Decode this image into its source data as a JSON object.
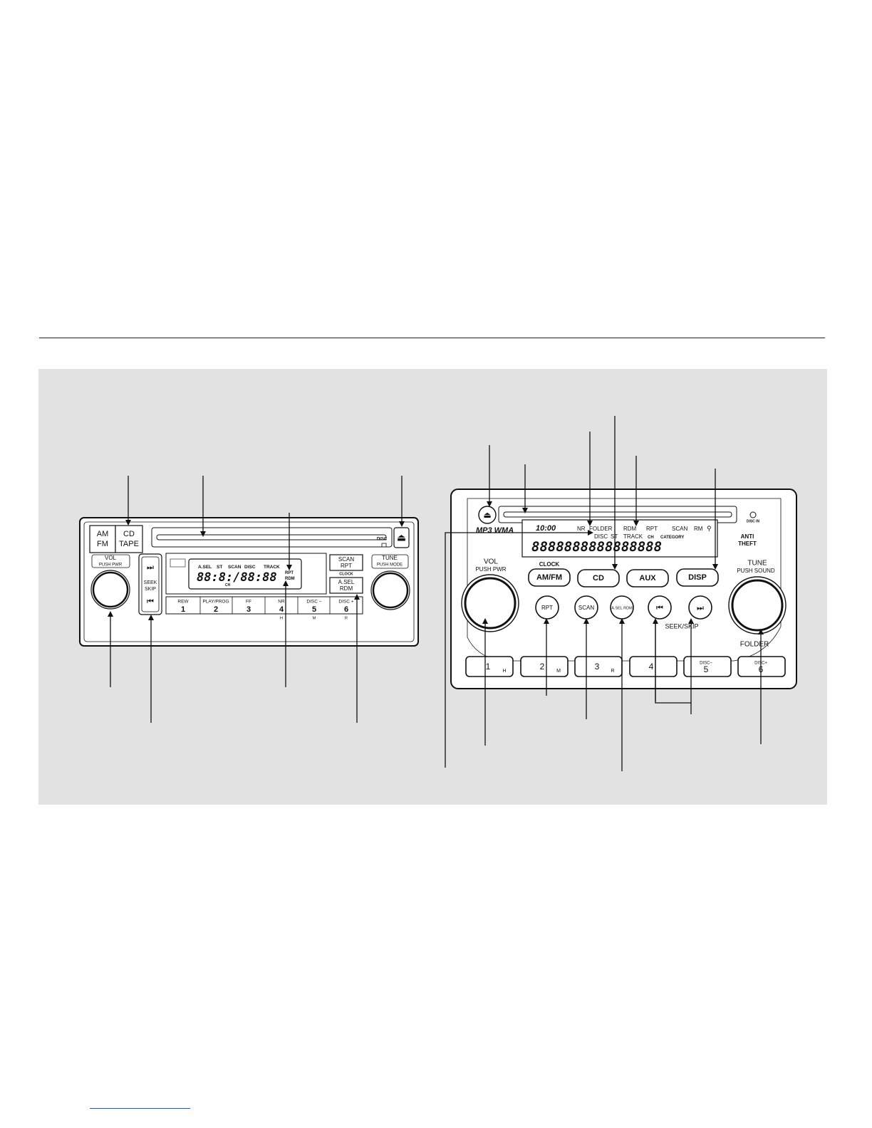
{
  "left_unit": {
    "am_fm_button": [
      "AM",
      "FM"
    ],
    "cd_tape_button": [
      "CD",
      "TAPE"
    ],
    "disc_indicator": "DISC",
    "eject_glyph": "⏏",
    "vol_label": "VOL",
    "push_pwr_label": "PUSH PWR",
    "seek_skip_label": [
      "SEEK",
      "SKIP"
    ],
    "skip_forward_glyph": "⏭",
    "skip_back_glyph": "⏮",
    "display_indicators": [
      "A.SEL",
      "ST",
      "SCAN",
      "DISC",
      "TRACK"
    ],
    "display_rpt": "RPT",
    "display_rdm": "RDM",
    "display_ch": "CH",
    "scan_rpt_button": [
      "SCAN",
      "RPT"
    ],
    "clock_label": "CLOCK",
    "asel_rdm_button": [
      "A.SEL",
      "RDM"
    ],
    "tune_label": "TUNE",
    "push_mode_label": "PUSH MODE",
    "presets": [
      {
        "top": "REW",
        "num": "1",
        "sub": ""
      },
      {
        "top": "PLAY/PROG",
        "num": "2",
        "sub": ""
      },
      {
        "top": "FF",
        "num": "3",
        "sub": ""
      },
      {
        "top": "NR",
        "num": "4",
        "sub": "H"
      },
      {
        "top": "DISC −",
        "num": "5",
        "sub": "M"
      },
      {
        "top": "DISC +",
        "num": "6",
        "sub": "R"
      }
    ]
  },
  "right_unit": {
    "eject_glyph": "⏏",
    "disc_in_label": "DISC IN",
    "mp3_wma_label": "MP3 WMA",
    "anti_theft_label": [
      "ANTI",
      "THEFT"
    ],
    "display_time": "10:00",
    "display_row1": [
      "NR",
      "FOLDER",
      "RDM",
      "RPT",
      "SCAN",
      "RM"
    ],
    "display_row2": [
      "DISC",
      "ST",
      "TRACK",
      "CH",
      "CATEGORY"
    ],
    "vol_label": "VOL",
    "push_pwr_label": "PUSH PWR",
    "clock_label": "CLOCK",
    "mode_buttons": [
      "AM/FM",
      "CD",
      "AUX",
      "DISP"
    ],
    "round_buttons": [
      "RPT",
      "SCAN",
      "A.SEL RDM"
    ],
    "skip_back_glyph": "⏮",
    "skip_forward_glyph": "⏭",
    "seek_skip_label": "SEEK/SKIP",
    "tune_label": "TUNE",
    "push_sound_label": "PUSH SOUND",
    "folder_label": "FOLDER",
    "presets": [
      {
        "num": "1",
        "top": "",
        "sub": "H"
      },
      {
        "num": "2",
        "top": "",
        "sub": "M"
      },
      {
        "num": "3",
        "top": "",
        "sub": "R"
      },
      {
        "num": "4",
        "top": "",
        "sub": ""
      },
      {
        "num": "5",
        "top": "DISC−",
        "sub": ""
      },
      {
        "num": "6",
        "top": "DISC+",
        "sub": ""
      }
    ]
  }
}
